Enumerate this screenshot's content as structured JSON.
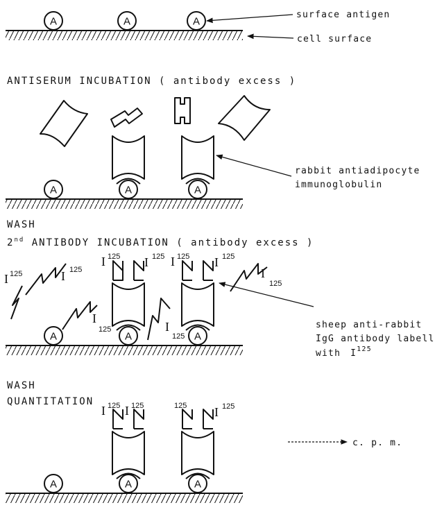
{
  "antigen_letter": "A",
  "labels": {
    "surface_antigen": "surface antigen",
    "cell_surface": "cell surface",
    "rabbit_line1": "rabbit antiadipocyte",
    "rabbit_line2": "immunoglobulin",
    "sheep_line1": "sheep anti-rabbit",
    "sheep_line2": "IgG antibody labelled",
    "sheep_line3_prefix": "with",
    "sheep_line3_iso": "I",
    "sheep_line3_sup": "125",
    "cpm": "c. p. m."
  },
  "steps": {
    "antiserum": "ANTISERUM INCUBATION ( antibody excess )",
    "wash1": "WASH",
    "second_prefix": "2",
    "second_sup": "nd",
    "second_rest": " ANTIBODY INCUBATION ( antibody excess )",
    "wash2": "WASH",
    "quantitation": "QUANTITATION"
  },
  "isotope": {
    "symbol": "I",
    "mass": "125"
  }
}
